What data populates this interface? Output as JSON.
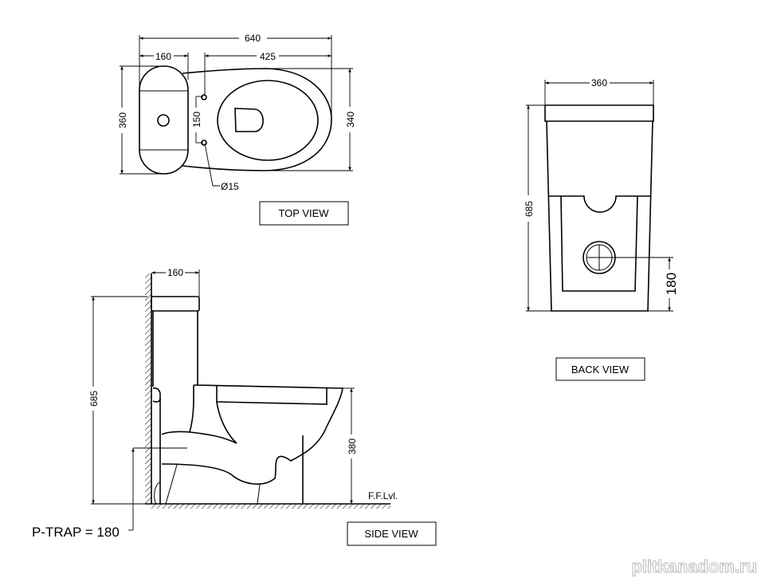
{
  "top_view": {
    "label": "TOP VIEW",
    "dim_overall_length": "640",
    "dim_tank_depth": "160",
    "dim_bowl_length": "425",
    "dim_tank_width": "360",
    "dim_bowl_width": "340",
    "dim_bolt_spacing": "150",
    "dim_bolt_diameter": "Ø15"
  },
  "back_view": {
    "label": "BACK VIEW",
    "dim_width": "360",
    "dim_height": "685",
    "dim_outlet_height": "180"
  },
  "side_view": {
    "label": "SIDE VIEW",
    "dim_tank_depth": "160",
    "dim_height": "685",
    "dim_seat_height": "380",
    "floor_label": "F.F.Lvl.",
    "ptrap_note": "P-TRAP = 180"
  },
  "watermark": "plitkanadom.ru"
}
